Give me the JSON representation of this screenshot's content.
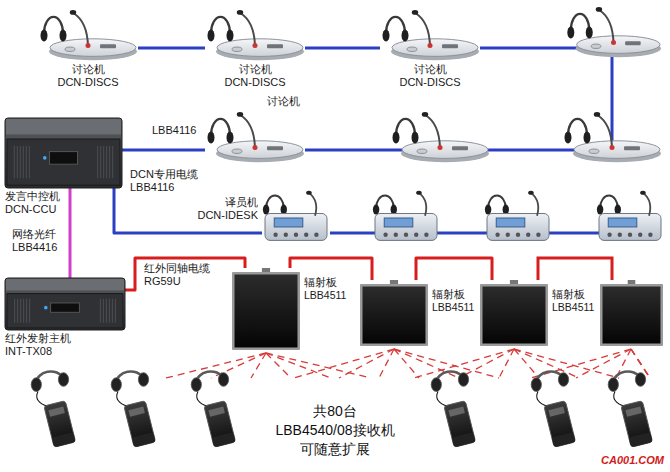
{
  "diagram": {
    "nodes": [
      {
        "text": [
          "讨论机",
          "DCN-DISCS"
        ]
      },
      {
        "text": [
          "讨论机",
          "DCN-DISCS"
        ]
      },
      {
        "text": [
          "讨论机",
          "DCN-DISCS"
        ]
      },
      {
        "text": [
          "讨论机"
        ]
      },
      {
        "text": [
          "发言中控机",
          "DCN-CCU"
        ]
      },
      {
        "text": [
          "译员机",
          "DCN-IDESK"
        ]
      },
      {
        "text": [
          "红外发射主机",
          "INT-TX08"
        ]
      },
      {
        "text": [
          "辐射板",
          "LBB4511"
        ]
      },
      {
        "text": [
          "辐射板",
          "LBB4511"
        ]
      },
      {
        "text": [
          "辐射板",
          "LBB4511"
        ]
      }
    ],
    "edges": [
      {
        "from": 4,
        "to": 3,
        "arrow": "none",
        "label": "LBB4116"
      },
      {
        "from": 3,
        "to": 2,
        "arrow": "none"
      },
      {
        "from": 2,
        "to": 1,
        "arrow": "none"
      },
      {
        "from": 1,
        "to": 0,
        "arrow": "none"
      },
      {
        "from": 4,
        "to": 5,
        "arrow": "none",
        "label": "DCN专用电缆 LBB4116"
      },
      {
        "from": 4,
        "to": 6,
        "arrow": "none",
        "label": "网络光纤 LBB4416"
      },
      {
        "from": 6,
        "to": 7,
        "arrow": "none",
        "label": "红外同轴电缆 RG59U"
      },
      {
        "from": 7,
        "to": 8,
        "arrow": "none"
      },
      {
        "from": 8,
        "to": 9,
        "arrow": "none"
      }
    ],
    "labels": [
      "共80台 LBB4540/08接收机 可随意扩展",
      "CA001.COM"
    ]
  }
}
